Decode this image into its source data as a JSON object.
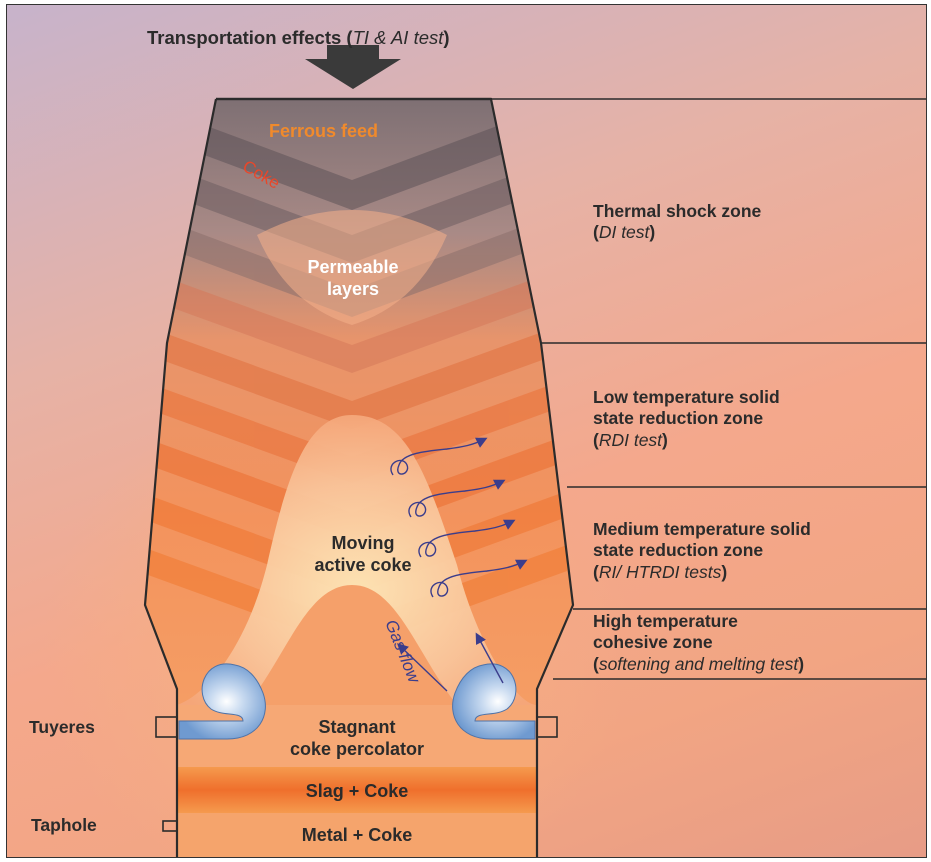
{
  "top_label": {
    "text": "Transportation effects (",
    "italic": "TI & AI test",
    "close": ")"
  },
  "furnace": {
    "ferrous_feed": "Ferrous feed",
    "coke": "Coke",
    "permeable_layers": [
      "Permeable",
      "layers"
    ],
    "moving_active_coke": [
      "Moving",
      "active coke"
    ],
    "gas_flow": "Gas flow",
    "stagnant": [
      "Stagnant",
      "coke percolator"
    ],
    "slag_coke": "Slag + Coke",
    "metal_coke": "Metal + Coke"
  },
  "side_labels": {
    "tuyeres": "Tuyeres",
    "taphole": "Taphole"
  },
  "zones": [
    {
      "lines": [
        "Thermal shock zone"
      ],
      "test": "DI test"
    },
    {
      "lines": [
        "Low temperature solid",
        "state reduction zone"
      ],
      "test": "RDI test"
    },
    {
      "lines": [
        "Medium temperature solid",
        "state reduction zone"
      ],
      "test": "RI/ HTRDI tests"
    },
    {
      "lines": [
        "High temperature",
        "cohesive zone"
      ],
      "test": "softening and melting test"
    }
  ],
  "colors": {
    "ferrous_feed_text": "#f08a2c",
    "coke_text": "#e8472a",
    "gas_flow": "#3b3d8c",
    "outline": "#2b2b2b",
    "tuyere_blue": "#7fa7d4"
  }
}
